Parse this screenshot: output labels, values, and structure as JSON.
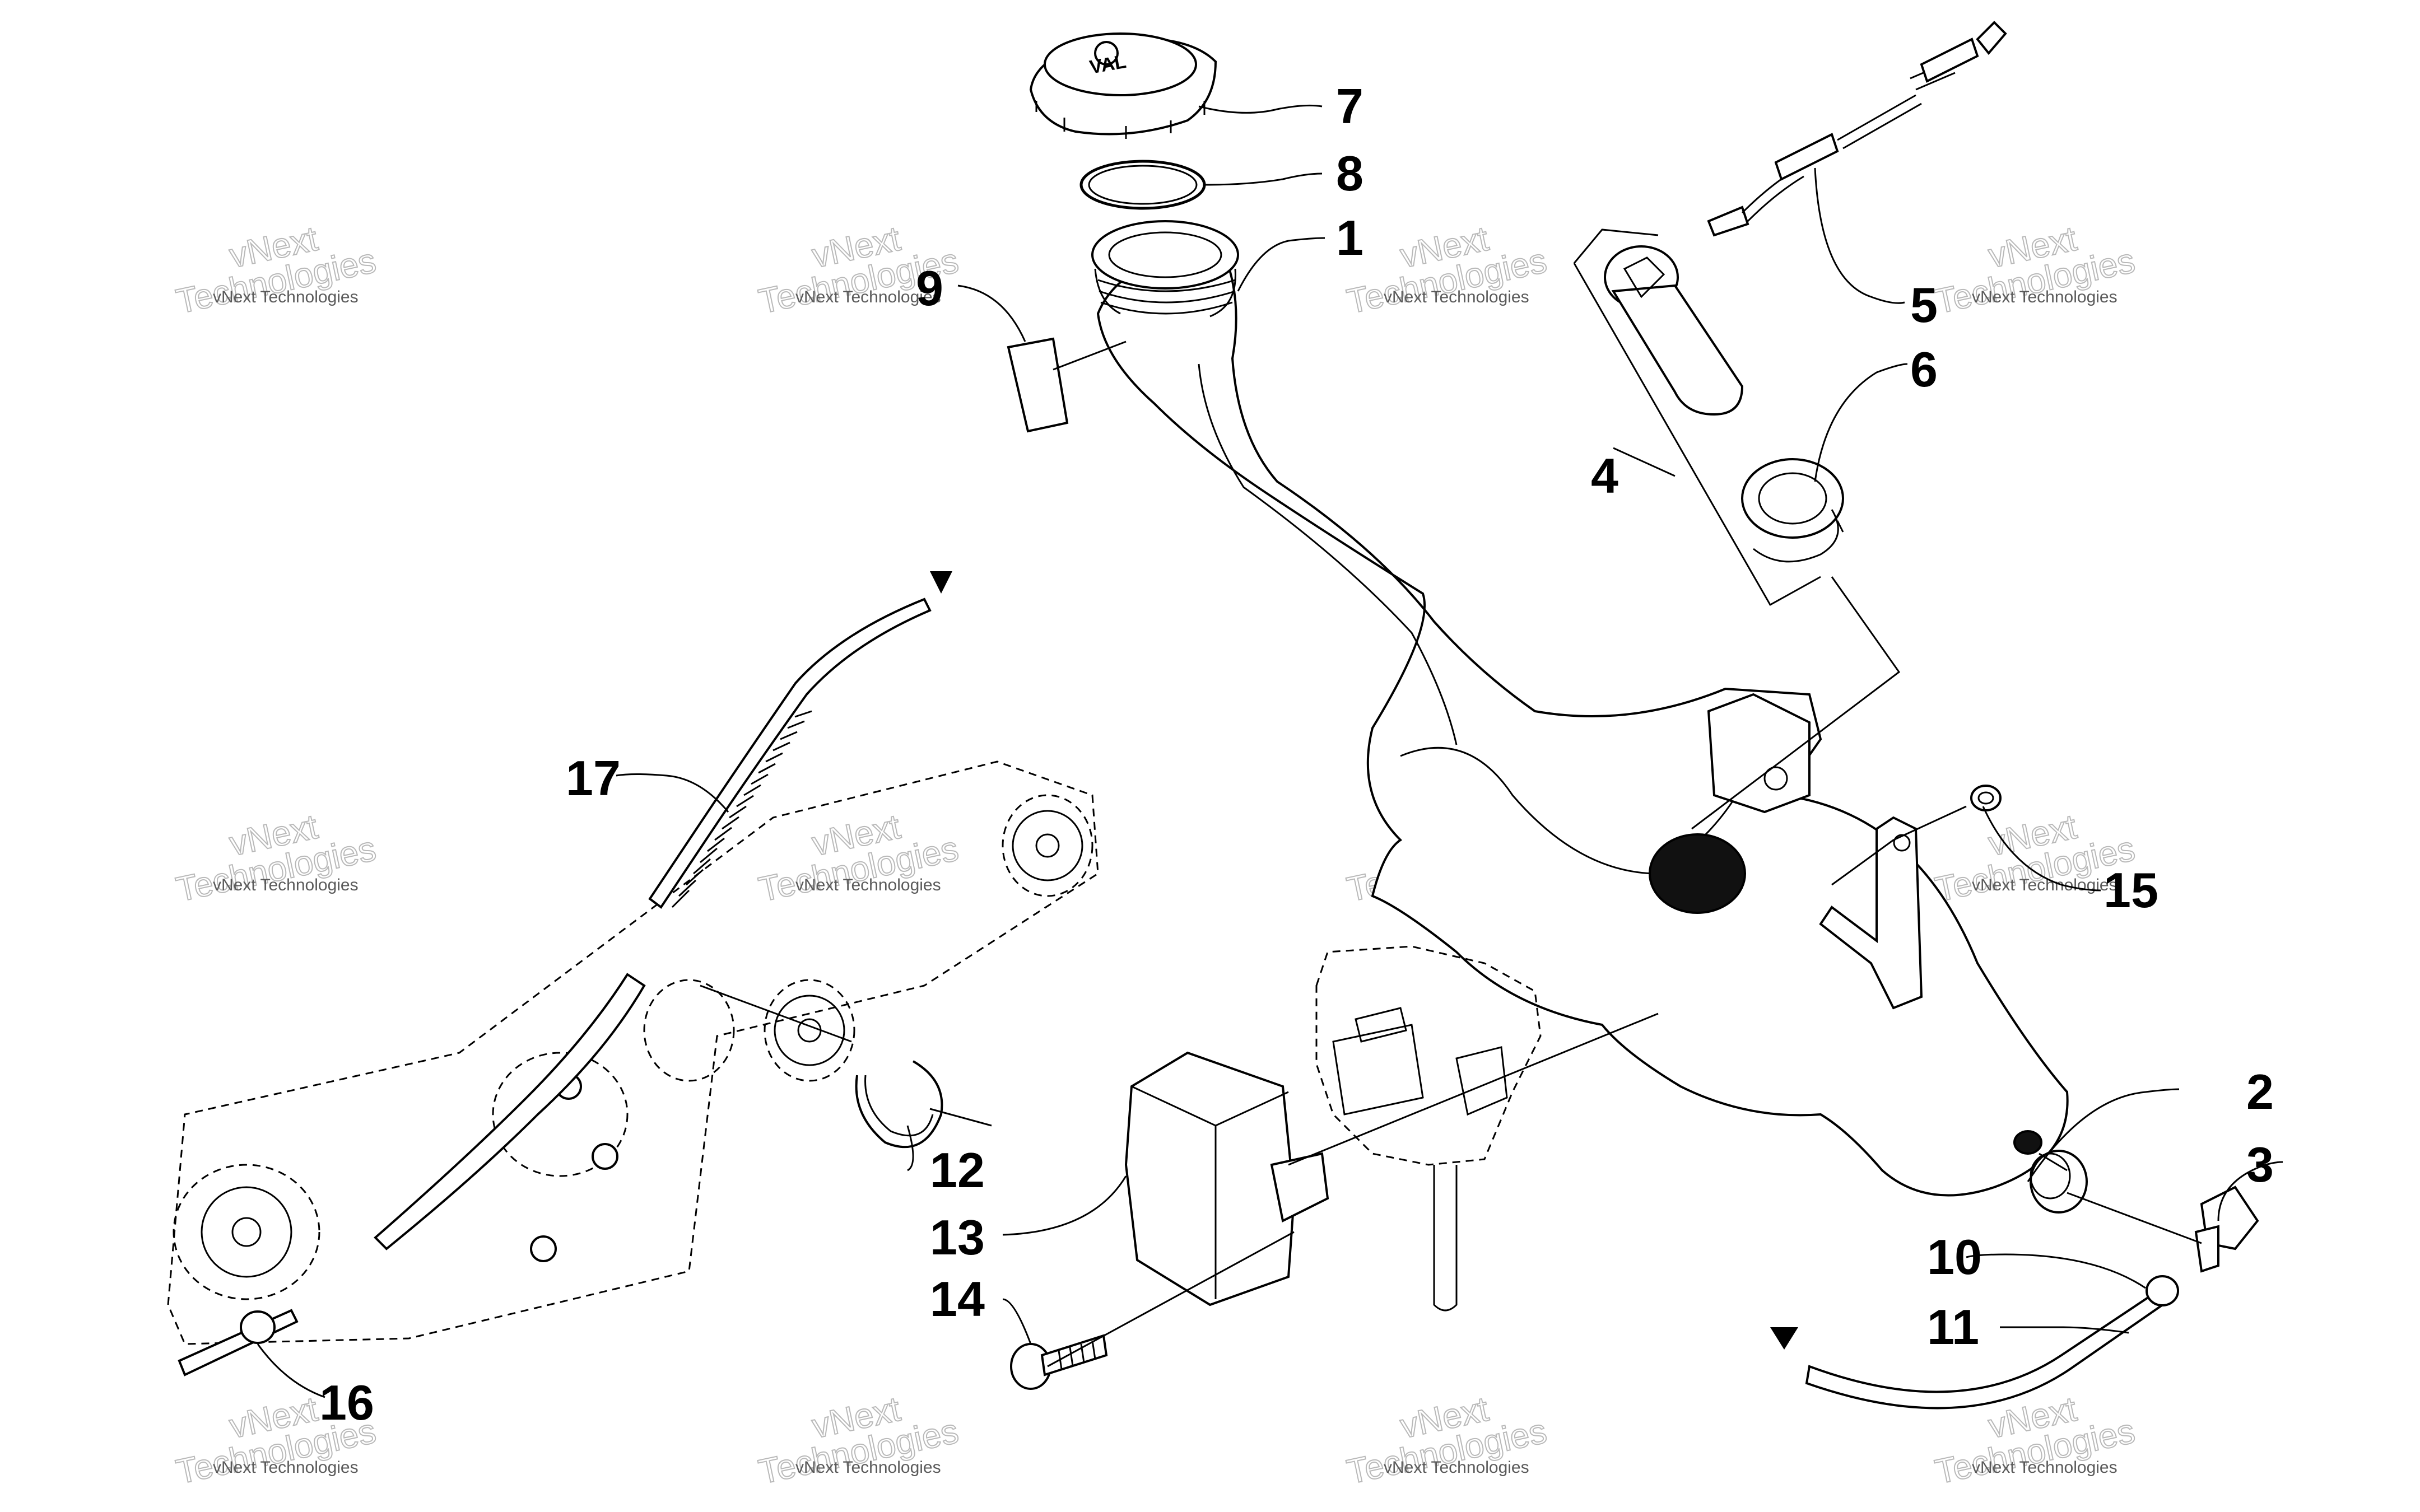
{
  "callouts": {
    "c1": "1",
    "c2": "2",
    "c3": "3",
    "c4": "4",
    "c5": "5",
    "c6": "6",
    "c7": "7",
    "c8": "8",
    "c9": "9",
    "c10": "10",
    "c11": "11",
    "c12": "12",
    "c13": "13",
    "c14": "14",
    "c15": "15",
    "c16": "16",
    "c17": "17"
  },
  "watermark": {
    "company": "vNext Technologies",
    "brand": "vNext",
    "word": "Technologies"
  },
  "cap_marking": "VAL"
}
